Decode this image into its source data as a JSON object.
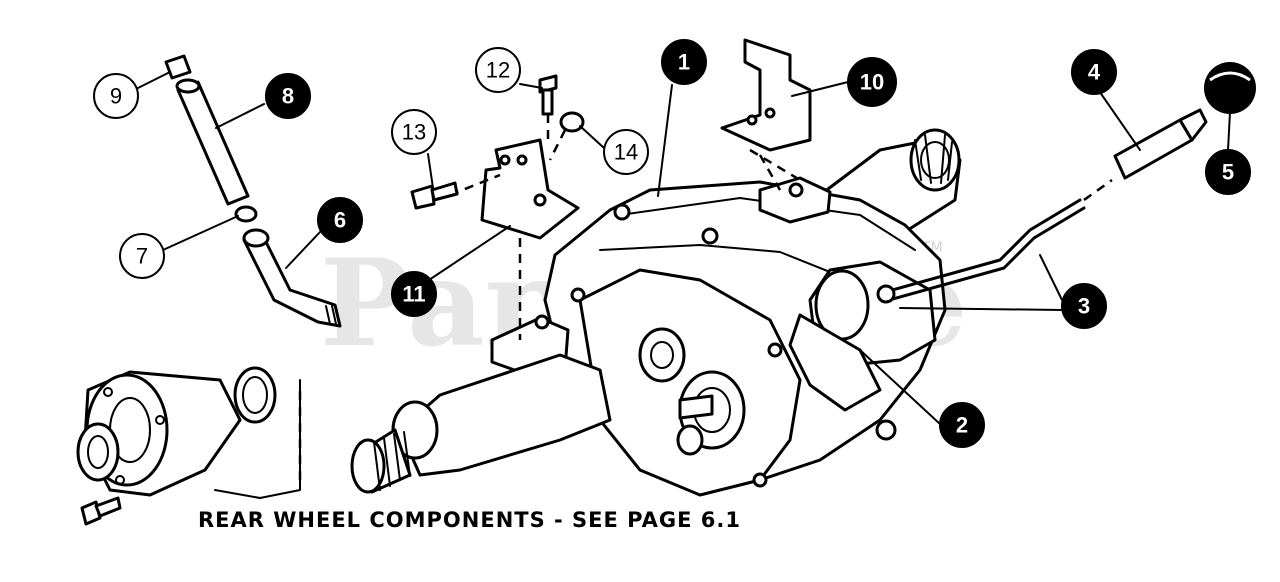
{
  "diagram": {
    "caption": "REAR WHEEL COMPONENTS - SEE PAGE 6.1",
    "watermark": "PartsTree",
    "watermark_mark": "TM",
    "callouts": [
      {
        "id": "1",
        "style": "filled"
      },
      {
        "id": "2",
        "style": "filled"
      },
      {
        "id": "3",
        "style": "filled"
      },
      {
        "id": "4",
        "style": "filled"
      },
      {
        "id": "5",
        "style": "filled"
      },
      {
        "id": "6",
        "style": "filled"
      },
      {
        "id": "7",
        "style": "open"
      },
      {
        "id": "8",
        "style": "filled"
      },
      {
        "id": "9",
        "style": "open"
      },
      {
        "id": "10",
        "style": "filled"
      },
      {
        "id": "11",
        "style": "filled"
      },
      {
        "id": "12",
        "style": "open"
      },
      {
        "id": "13",
        "style": "open"
      },
      {
        "id": "14",
        "style": "open"
      }
    ]
  }
}
